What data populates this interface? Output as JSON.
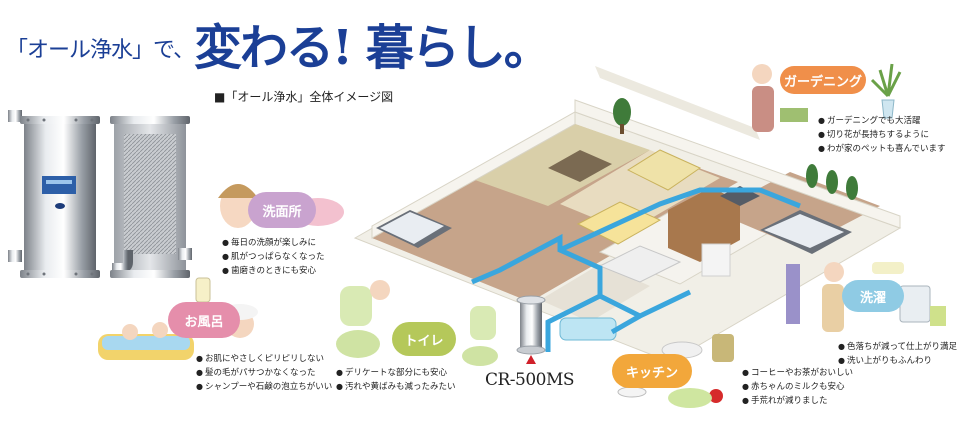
{
  "header": {
    "title_small": "「オール浄水」で、",
    "title_big": "変わる! 暮らし。",
    "caption": "■「オール浄水」全体イメージ図"
  },
  "model_label": "CR-500MS",
  "sections": {
    "washroom": {
      "label": "洗面所",
      "items": [
        "毎日の洗顔が楽しみに",
        "肌がつっぱらなくなった",
        "歯磨きのときにも安心"
      ]
    },
    "bath": {
      "label": "お風呂",
      "items": [
        "お肌にやさしくピリピリしない",
        "髪の毛がパサつかなくなった",
        "シャンプーや石鹸の泡立ちがいい"
      ]
    },
    "toilet": {
      "label": "トイレ",
      "items": [
        "デリケートな部分にも安心",
        "汚れや黄ばみも減ったみたい"
      ]
    },
    "kitchen": {
      "label": "キッチン",
      "items": [
        "コーヒーやお茶がおいしい",
        "赤ちゃんのミルクも安心",
        "手荒れが減りました"
      ]
    },
    "laundry": {
      "label": "洗濯",
      "items": [
        "色落ちが減って仕上がり満足",
        "洗い上がりもふんわり"
      ]
    },
    "garden": {
      "label": "ガーデニング",
      "items": [
        "ガーデニングでも大活躍",
        "切り花が長持ちするように",
        "わが家のペットも喜んでいます"
      ]
    }
  },
  "colors": {
    "title": "#1b3f96",
    "washroom": "#c9a3cf",
    "bath": "#e58eab",
    "toilet": "#b5c85a",
    "kitchen": "#f2a73b",
    "laundry": "#8fcbe4",
    "garden": "#f08f4a",
    "pipe": "#3aa6dd",
    "floor": "#c6a48a",
    "wall": "#f3f1ea"
  }
}
